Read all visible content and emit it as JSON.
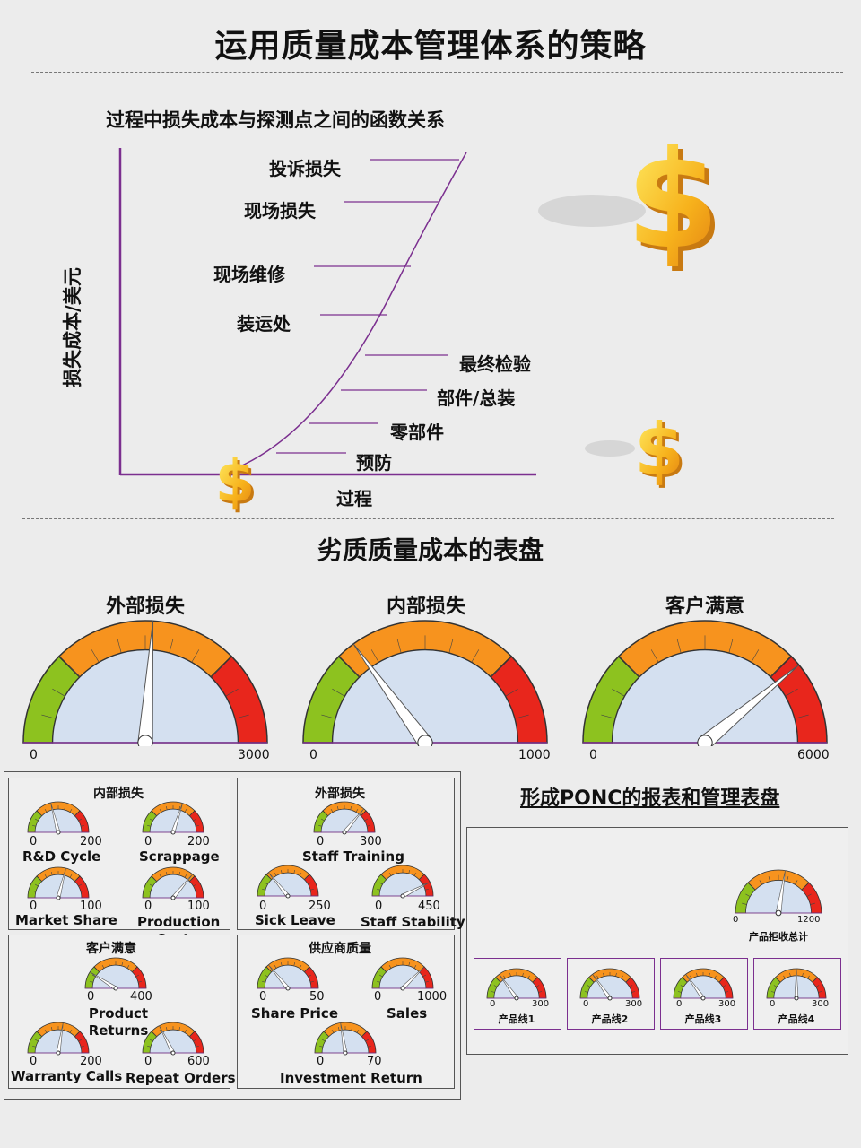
{
  "main_title": "运用质量成本管理体系的策略",
  "curve_section": {
    "title": "过程中损失成本与探测点之间的函数关系",
    "ylabel": "损失成本/美元",
    "xlabel": "过程",
    "stages": [
      "投诉损失",
      "现场损失",
      "现场维修",
      "装运处",
      "最终检验",
      "部件/总装",
      "零部件",
      "预防"
    ]
  },
  "gauge_section": {
    "title": "劣质质量成本的表盘",
    "gauges": [
      {
        "name": "外部损失",
        "min": "0",
        "max": "3000",
        "value_fraction": 0.52
      },
      {
        "name": "内部损失",
        "min": "0",
        "max": "1000",
        "value_fraction": 0.3
      },
      {
        "name": "客户满意",
        "min": "0",
        "max": "6000",
        "value_fraction": 0.78
      }
    ]
  },
  "panels": [
    {
      "title": "内部损失",
      "gauges": [
        {
          "label": "R&D Cycle",
          "min": "0",
          "max": "200",
          "f": 0.42
        },
        {
          "label": "Scrappage",
          "min": "0",
          "max": "200",
          "f": 0.6
        },
        {
          "label": "Market Share",
          "min": "0",
          "max": "100",
          "f": 0.58
        },
        {
          "label": "Production Costs",
          "min": "0",
          "max": "100",
          "f": 0.72
        }
      ]
    },
    {
      "title": "外部损失",
      "gauges": [
        {
          "label": "Staff  Training",
          "min": "0",
          "max": "300",
          "f": 0.72
        },
        {
          "label": "Sick Leave",
          "min": "0",
          "max": "250",
          "f": 0.28
        },
        {
          "label": "Staff Stability",
          "min": "0",
          "max": "450",
          "f": 0.85
        }
      ]
    },
    {
      "title": "客户满意",
      "gauges": [
        {
          "label": "Product Returns",
          "min": "0",
          "max": "400",
          "f": 0.18
        },
        {
          "label": "Warranty Calls",
          "min": "0",
          "max": "200",
          "f": 0.55
        },
        {
          "label": "Repeat Orders",
          "min": "0",
          "max": "600",
          "f": 0.35
        }
      ]
    },
    {
      "title": "供应商质量",
      "gauges": [
        {
          "label": "Share Price",
          "min": "0",
          "max": "50",
          "f": 0.28
        },
        {
          "label": "Sales",
          "min": "0",
          "max": "1000",
          "f": 0.75
        },
        {
          "label": "Investment Return",
          "min": "0",
          "max": "70",
          "f": 0.45
        }
      ]
    }
  ],
  "ponc": {
    "title": "形成PONC的报表和管理表盘",
    "total": {
      "label": "产品拒收总计",
      "min": "0",
      "max": "1200",
      "f": 0.55
    },
    "lines": [
      {
        "label": "产品线1",
        "min": "0",
        "max": "300",
        "f": 0.3
      },
      {
        "label": "产品线2",
        "min": "0",
        "max": "300",
        "f": 0.3
      },
      {
        "label": "产品线3",
        "min": "0",
        "max": "300",
        "f": 0.3
      },
      {
        "label": "产品线4",
        "min": "0",
        "max": "300",
        "f": 0.5
      }
    ]
  },
  "colors": {
    "green": "#8dc21f",
    "orange": "#f7931e",
    "red": "#e8261c",
    "face": "#d4e0f0",
    "curve": "#7b2f8f"
  }
}
